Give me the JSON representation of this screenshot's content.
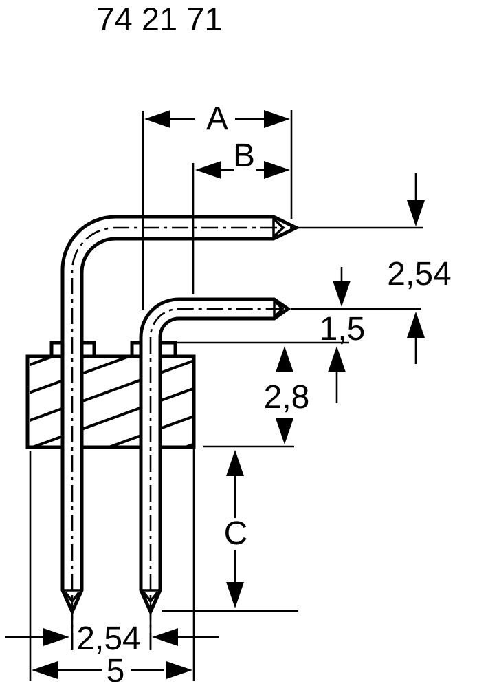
{
  "part_number": "74 21 71",
  "dimensions": {
    "a_label": "A",
    "b_label": "B",
    "row_spacing": "2,54",
    "tail_offset": "1,5",
    "body_height": "2,8",
    "c_label": "C",
    "pin_pitch": "2,54",
    "body_width": "5"
  },
  "colors": {
    "line": "#000000",
    "background": "#ffffff"
  }
}
